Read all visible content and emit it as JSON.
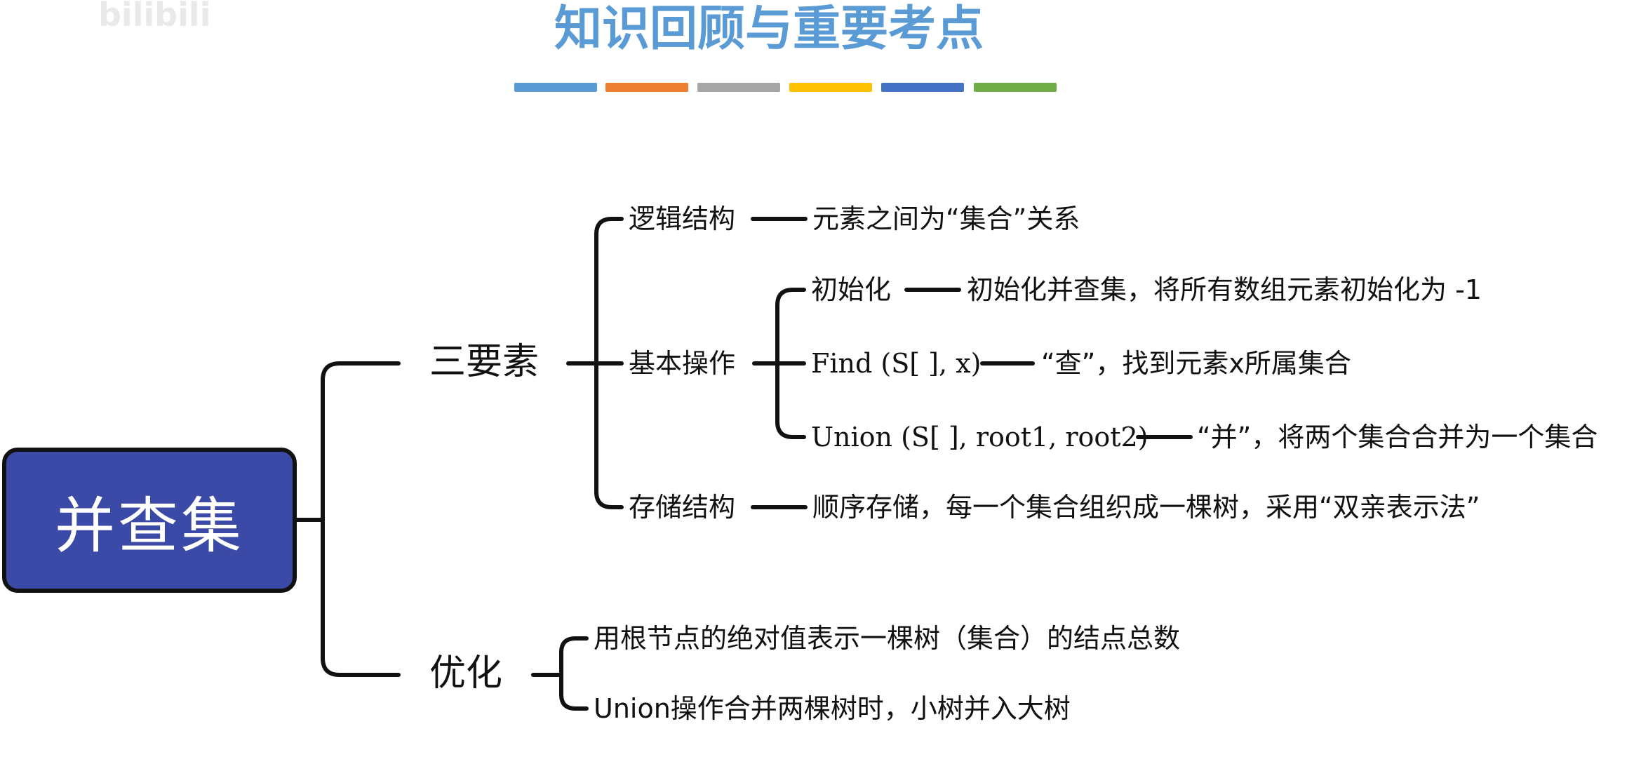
{
  "watermark": "bilibili",
  "title": "知识回顾与重要考点",
  "title_bar_colors": [
    "#5b9bd5",
    "#ed7d31",
    "#a5a5a5",
    "#ffc000",
    "#4472c4",
    "#70ad47"
  ],
  "root": {
    "label": "并查集",
    "fill": "#3b4aa6"
  },
  "branches": [
    {
      "label": "三要素",
      "children": [
        {
          "label": "逻辑结构",
          "detail": "元素之间为“集合”关系"
        },
        {
          "label": "基本操作",
          "children": [
            {
              "label": "初始化",
              "detail": "初始化并查集，将所有数组元素初始化为 -1"
            },
            {
              "label": "Find (S[ ], x)",
              "detail": "“查”，找到元素x所属集合"
            },
            {
              "label": "Union (S[ ], root1, root2)",
              "detail": "“并”，将两个集合合并为一个集合"
            }
          ]
        },
        {
          "label": "存储结构",
          "detail": "顺序存储，每一个集合组织成一棵树，采用“双亲表示法”"
        }
      ]
    },
    {
      "label": "优化",
      "children": [
        {
          "label": "用根节点的绝对值表示一棵树（集合）的结点总数"
        },
        {
          "label": "Union操作合并两棵树时，小树并入大树"
        }
      ]
    }
  ]
}
